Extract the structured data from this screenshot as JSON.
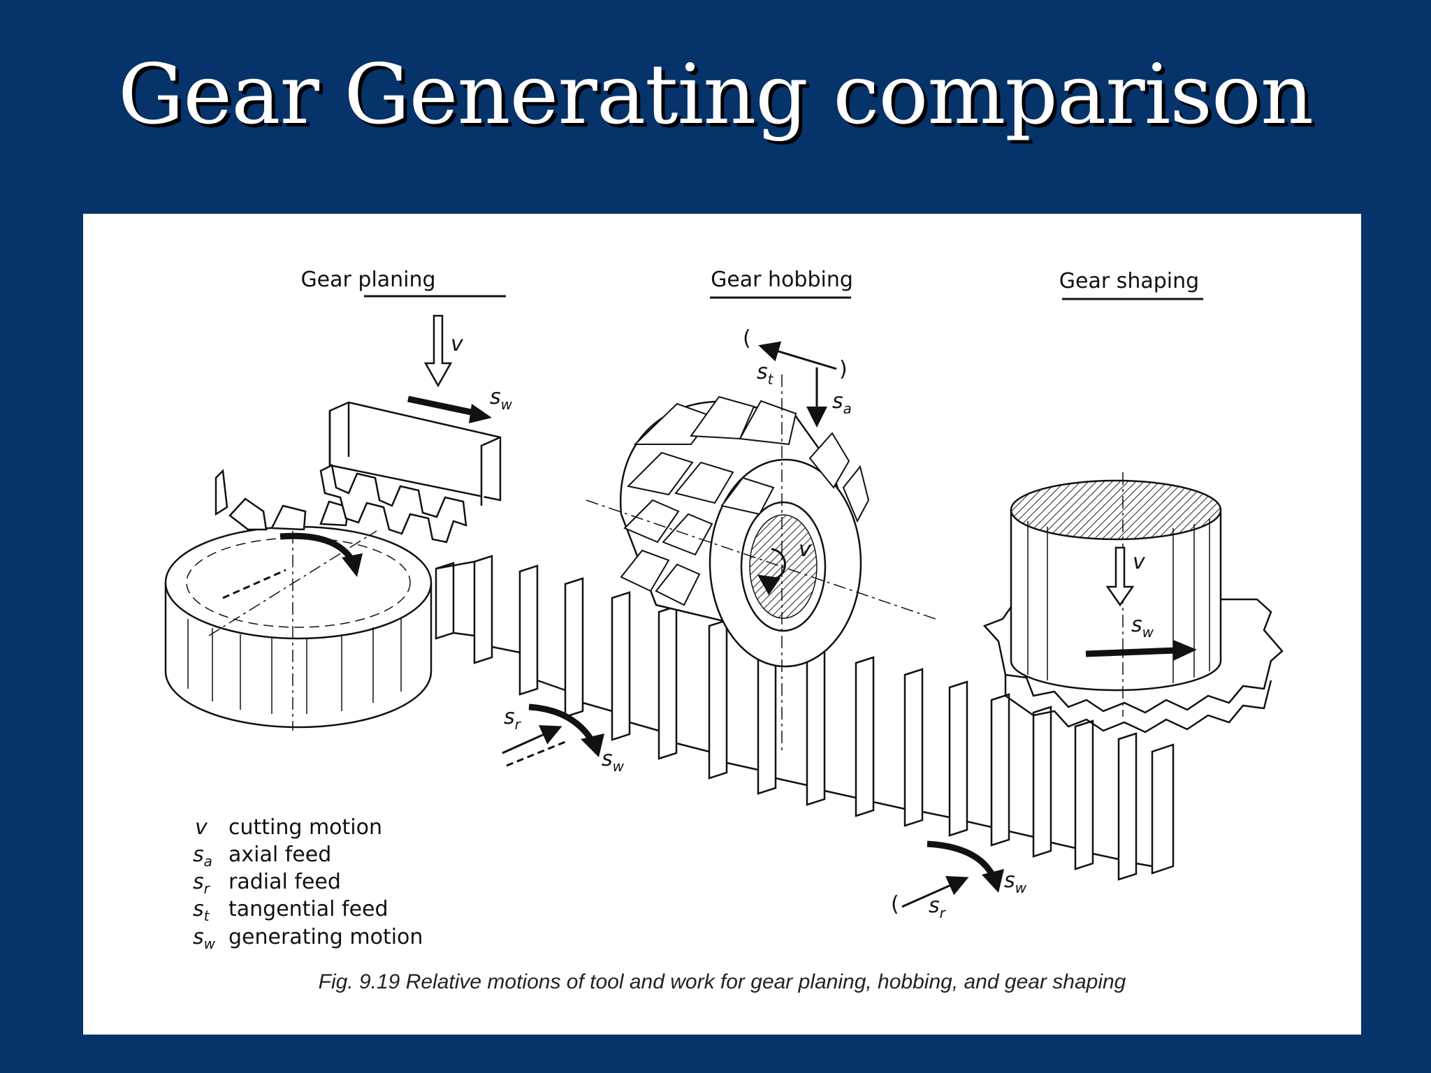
{
  "slide": {
    "title": "Gear Generating comparison",
    "background_color": "#05336a",
    "title_color": "#ffffff"
  },
  "figure": {
    "headings": {
      "planing": "Gear planing",
      "hobbing": "Gear hobbing",
      "shaping": "Gear shaping"
    },
    "symbols": {
      "v": "v",
      "s": "s",
      "sub_a": "a",
      "sub_r": "r",
      "sub_t": "t",
      "sub_w": "w"
    },
    "legend": [
      {
        "symbol": "v",
        "subscript": "",
        "text": "cutting motion"
      },
      {
        "symbol": "s",
        "subscript": "a",
        "text": "axial feed"
      },
      {
        "symbol": "s",
        "subscript": "r",
        "text": "radial feed"
      },
      {
        "symbol": "s",
        "subscript": "t",
        "text": "tangential feed"
      },
      {
        "symbol": "s",
        "subscript": "w",
        "text": "generating motion"
      }
    ],
    "caption": "Fig. 9.19 Relative motions of tool and work for gear planing, hobbing, and gear shaping"
  }
}
